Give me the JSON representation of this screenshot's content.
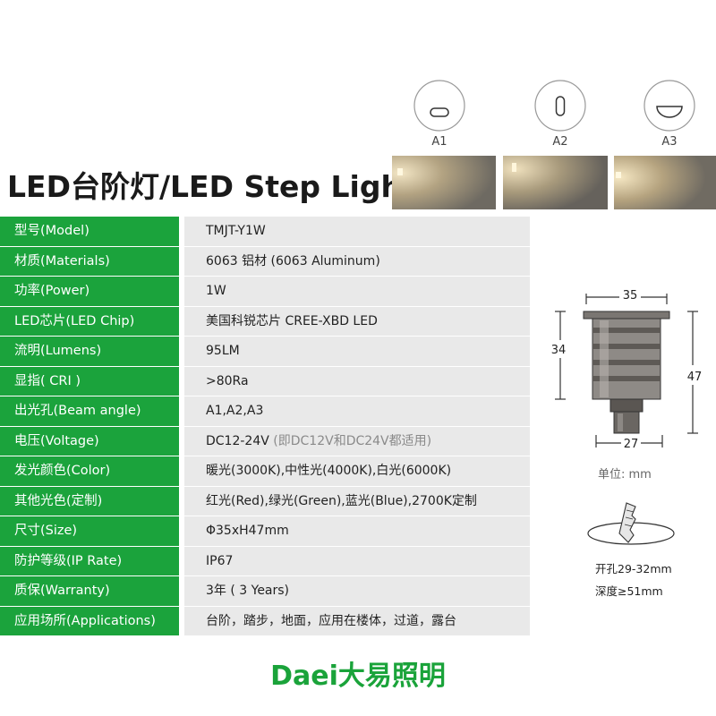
{
  "title": "LED台阶灯/LED Step Light",
  "beam_options": [
    {
      "label": "A1",
      "shape": "horizontal-slot"
    },
    {
      "label": "A2",
      "shape": "vertical-slot"
    },
    {
      "label": "A3",
      "shape": "half-moon"
    }
  ],
  "specs": [
    {
      "key": "型号(Model)",
      "value": "TMJT-Y1W"
    },
    {
      "key": "材质(Materials)",
      "value": "6063 铝材 (6063 Aluminum)"
    },
    {
      "key": "功率(Power)",
      "value": "1W"
    },
    {
      "key": "LED芯片(LED Chip)",
      "value": "美国科锐芯片 CREE-XBD LED"
    },
    {
      "key": "流明(Lumens)",
      "value": "95LM"
    },
    {
      "key": "显指( CRI )",
      "value": ">80Ra"
    },
    {
      "key": "出光孔(Beam angle)",
      "value": "A1,A2,A3"
    },
    {
      "key": "电压(Voltage)",
      "value": "DC12-24V",
      "note": "(即DC12V和DC24V都适用)"
    },
    {
      "key": "发光颜色(Color)",
      "value": "暖光(3000K),中性光(4000K),白光(6000K)"
    },
    {
      "key": "其他光色(定制)",
      "value": "红光(Red),绿光(Green),蓝光(Blue),2700K定制"
    },
    {
      "key": "尺寸(Size)",
      "value": "Φ35xH47mm"
    },
    {
      "key": "防护等级(IP Rate)",
      "value": "IP67"
    },
    {
      "key": "质保(Warranty)",
      "value": "3年  ( 3 Years)"
    },
    {
      "key": "应用场所(Applications)",
      "value": "台阶，踏步，地面，应用在楼体，过道，露台"
    }
  ],
  "dimensions": {
    "top_width": "35",
    "body_height": "34",
    "total_height": "47",
    "bottom_width": "27",
    "unit_label": "单位: mm"
  },
  "hole": {
    "diameter": "开孔29-32mm",
    "depth": "深度≥51mm"
  },
  "brand": "Daei大易照明",
  "colors": {
    "green": "#1ba33c",
    "value_bg": "#e9e9e9",
    "brand_green": "#1aa33a"
  }
}
